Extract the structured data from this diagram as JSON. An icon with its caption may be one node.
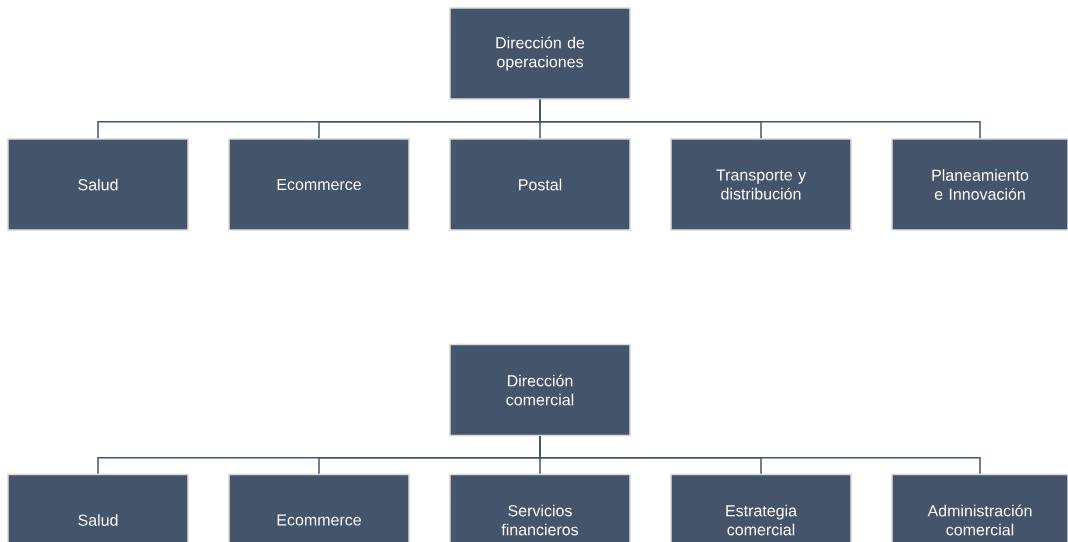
{
  "diagram": {
    "nodes": [
      {
        "text": [
          "Dirección de operaciones"
        ]
      },
      {
        "text": [
          "Salud"
        ]
      },
      {
        "text": [
          "Ecommerce"
        ]
      },
      {
        "text": [
          "Postal"
        ]
      },
      {
        "text": [
          "Transporte y distribución"
        ]
      },
      {
        "text": [
          "Planeamiento e Innovación"
        ]
      },
      {
        "text": [
          "Dirección comercial"
        ]
      },
      {
        "text": [
          "Salud"
        ]
      },
      {
        "text": [
          "Ecommerce"
        ]
      },
      {
        "text": [
          "Servicios financieros"
        ]
      },
      {
        "text": [
          "Estrategia comercial"
        ]
      },
      {
        "text": [
          "Administración comercial"
        ]
      }
    ],
    "edges": [
      {
        "from": 0,
        "to": 1,
        "arrow": "none"
      },
      {
        "from": 0,
        "to": 2,
        "arrow": "none"
      },
      {
        "from": 0,
        "to": 3,
        "arrow": "none"
      },
      {
        "from": 0,
        "to": 4,
        "arrow": "none"
      },
      {
        "from": 0,
        "to": 5,
        "arrow": "none"
      },
      {
        "from": 6,
        "to": 7,
        "arrow": "none"
      },
      {
        "from": 6,
        "to": 8,
        "arrow": "none"
      },
      {
        "from": 6,
        "to": 9,
        "arrow": "none"
      },
      {
        "from": 6,
        "to": 10,
        "arrow": "none"
      },
      {
        "from": 6,
        "to": 11,
        "arrow": "none"
      }
    ]
  }
}
